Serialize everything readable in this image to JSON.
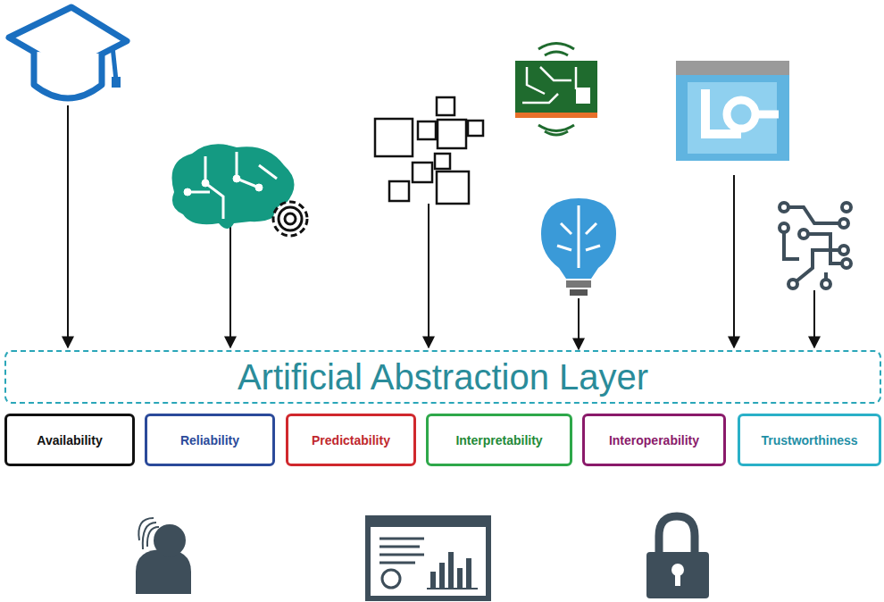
{
  "diagram": {
    "nodes": [
      {
        "text": [
          "Artificial Abstraction Layer"
        ]
      },
      {
        "text": [
          "Availability"
        ]
      },
      {
        "text": [
          "Reliability"
        ]
      },
      {
        "text": [
          "Predictability"
        ]
      },
      {
        "text": [
          "Interpretability"
        ]
      },
      {
        "text": [
          "Interoperability"
        ]
      },
      {
        "text": [
          "Trustworthiness"
        ]
      }
    ]
  }
}
